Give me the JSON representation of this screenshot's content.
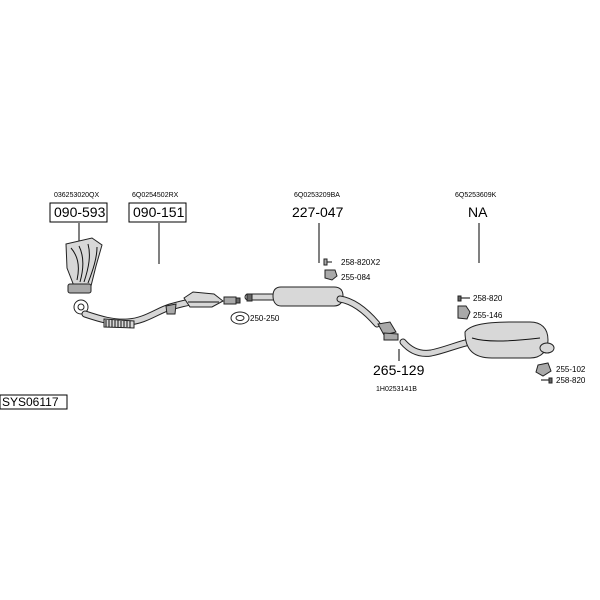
{
  "diagram": {
    "system_code": "SYS06117",
    "oem_codes": {
      "manifold": "036253020QX",
      "front_pipe": "6Q0254502RX",
      "middle_silencer": "6Q0253209BA",
      "rear_silencer": "6Q5253609K",
      "joint_pipe": "1H0253141B"
    },
    "part_refs": {
      "manifold": "090-593",
      "front_pipe": "090-151",
      "middle_silencer": "227-047",
      "rear_silencer": "NA",
      "joint_pipe": "265-129"
    },
    "fittings": {
      "middle_clip": "258-820X2",
      "middle_hanger": "255-084",
      "gasket": "250-250",
      "rear_clip_top": "258-820",
      "rear_hanger_top": "255-146",
      "rear_hanger_bottom": "255-102",
      "rear_clip_bottom": "258-820"
    }
  }
}
